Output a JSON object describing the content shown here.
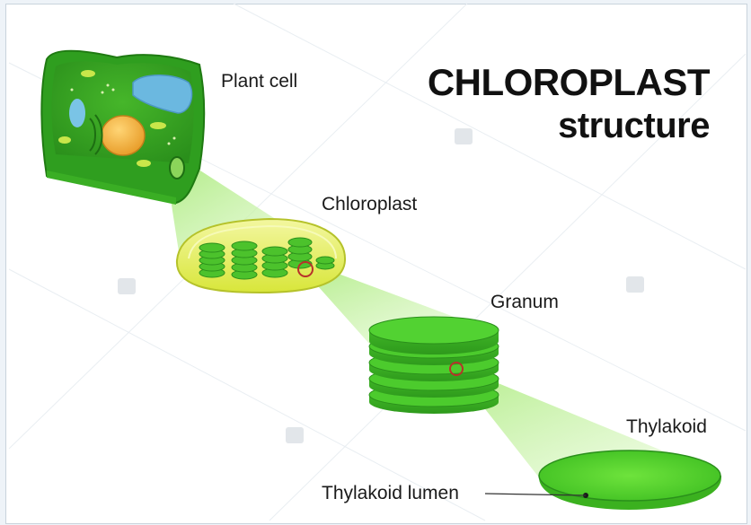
{
  "title": {
    "line1": "CHLOROPLAST",
    "line2": "structure"
  },
  "labels": {
    "plant_cell": "Plant cell",
    "chloroplast": "Chloroplast",
    "granum": "Granum",
    "thylakoid": "Thylakoid",
    "thylakoid_lumen": "Thylakoid lumen"
  },
  "colors": {
    "green_dark": "#2f9e1f",
    "green_mid": "#4cc22c",
    "green_light": "#7ddb4a",
    "chloro_yellow": "#e6ef57",
    "nucleus": "#f2b43c",
    "vacuole": "#6bb8e0",
    "beam": "#b6ee8a"
  }
}
